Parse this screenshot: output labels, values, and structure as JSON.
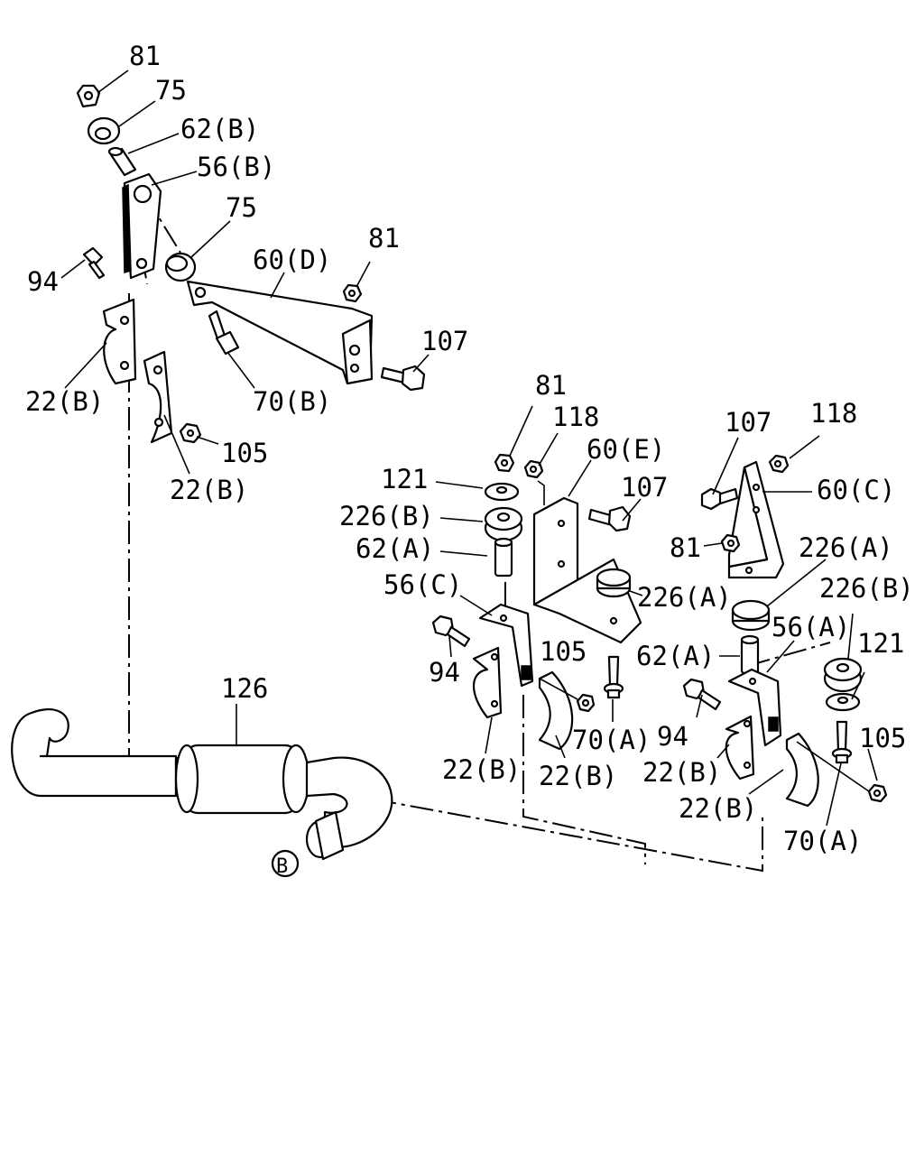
{
  "diagram": {
    "callouts": [
      {
        "id": "c1",
        "text": "81"
      },
      {
        "id": "c2",
        "text": "75"
      },
      {
        "id": "c3",
        "text": "62(B)"
      },
      {
        "id": "c4",
        "text": "56(B)"
      },
      {
        "id": "c5",
        "text": "75"
      },
      {
        "id": "c6",
        "text": "60(D)"
      },
      {
        "id": "c7",
        "text": "81"
      },
      {
        "id": "c8",
        "text": "94"
      },
      {
        "id": "c9",
        "text": "107"
      },
      {
        "id": "c10",
        "text": "22(B)"
      },
      {
        "id": "c11",
        "text": "70(B)"
      },
      {
        "id": "c12",
        "text": "105"
      },
      {
        "id": "c13",
        "text": "22(B)"
      },
      {
        "id": "c14",
        "text": "81"
      },
      {
        "id": "c15",
        "text": "118"
      },
      {
        "id": "c16",
        "text": "60(E)"
      },
      {
        "id": "c17",
        "text": "121"
      },
      {
        "id": "c18",
        "text": "107"
      },
      {
        "id": "c19",
        "text": "107"
      },
      {
        "id": "c20",
        "text": "118"
      },
      {
        "id": "c21",
        "text": "226(B)"
      },
      {
        "id": "c22",
        "text": "60(C)"
      },
      {
        "id": "c23",
        "text": "62(A)"
      },
      {
        "id": "c24",
        "text": "81"
      },
      {
        "id": "c25",
        "text": "226(A)"
      },
      {
        "id": "c26",
        "text": "56(C)"
      },
      {
        "id": "c27",
        "text": "226(A)"
      },
      {
        "id": "c28",
        "text": "226(B)"
      },
      {
        "id": "c29",
        "text": "94"
      },
      {
        "id": "c30",
        "text": "105"
      },
      {
        "id": "c31",
        "text": "62(A)"
      },
      {
        "id": "c32",
        "text": "56(A)"
      },
      {
        "id": "c33",
        "text": "121"
      },
      {
        "id": "c34",
        "text": "126"
      },
      {
        "id": "c35",
        "text": "70(A)"
      },
      {
        "id": "c36",
        "text": "94"
      },
      {
        "id": "c37",
        "text": "105"
      },
      {
        "id": "c38",
        "text": "22(B)"
      },
      {
        "id": "c39",
        "text": "22(B)"
      },
      {
        "id": "c40",
        "text": "22(B)"
      },
      {
        "id": "c41",
        "text": "22(B)"
      },
      {
        "id": "c42",
        "text": "70(A)"
      }
    ],
    "reference_marker": "B"
  }
}
